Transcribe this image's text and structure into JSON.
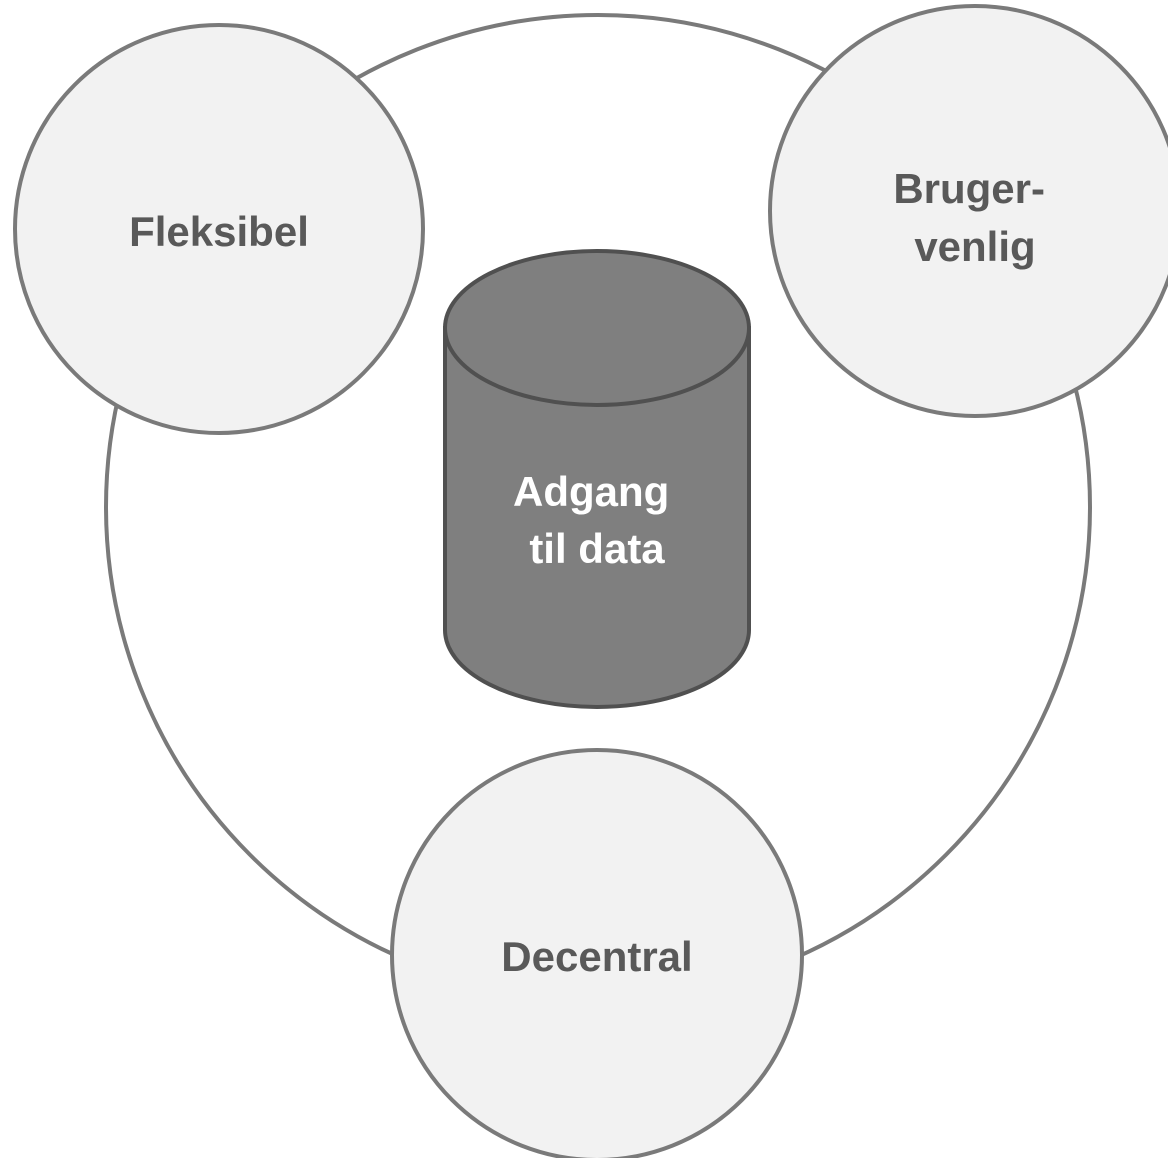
{
  "center": {
    "lines": [
      "Adgang",
      "til data"
    ]
  },
  "satellites": {
    "flexible": {
      "lines": [
        "Fleksibel"
      ]
    },
    "user_friendly": {
      "lines": [
        "Bruger-",
        "venlig"
      ]
    },
    "decentral": {
      "lines": [
        "Decentral"
      ]
    }
  },
  "colors": {
    "outline": "#7a7a7a",
    "satellite_fill": "#f2f2f2",
    "satellite_text": "#595959",
    "cylinder_fill": "#7f7f7f",
    "cylinder_stroke": "#505050",
    "cylinder_text": "#ffffff"
  }
}
